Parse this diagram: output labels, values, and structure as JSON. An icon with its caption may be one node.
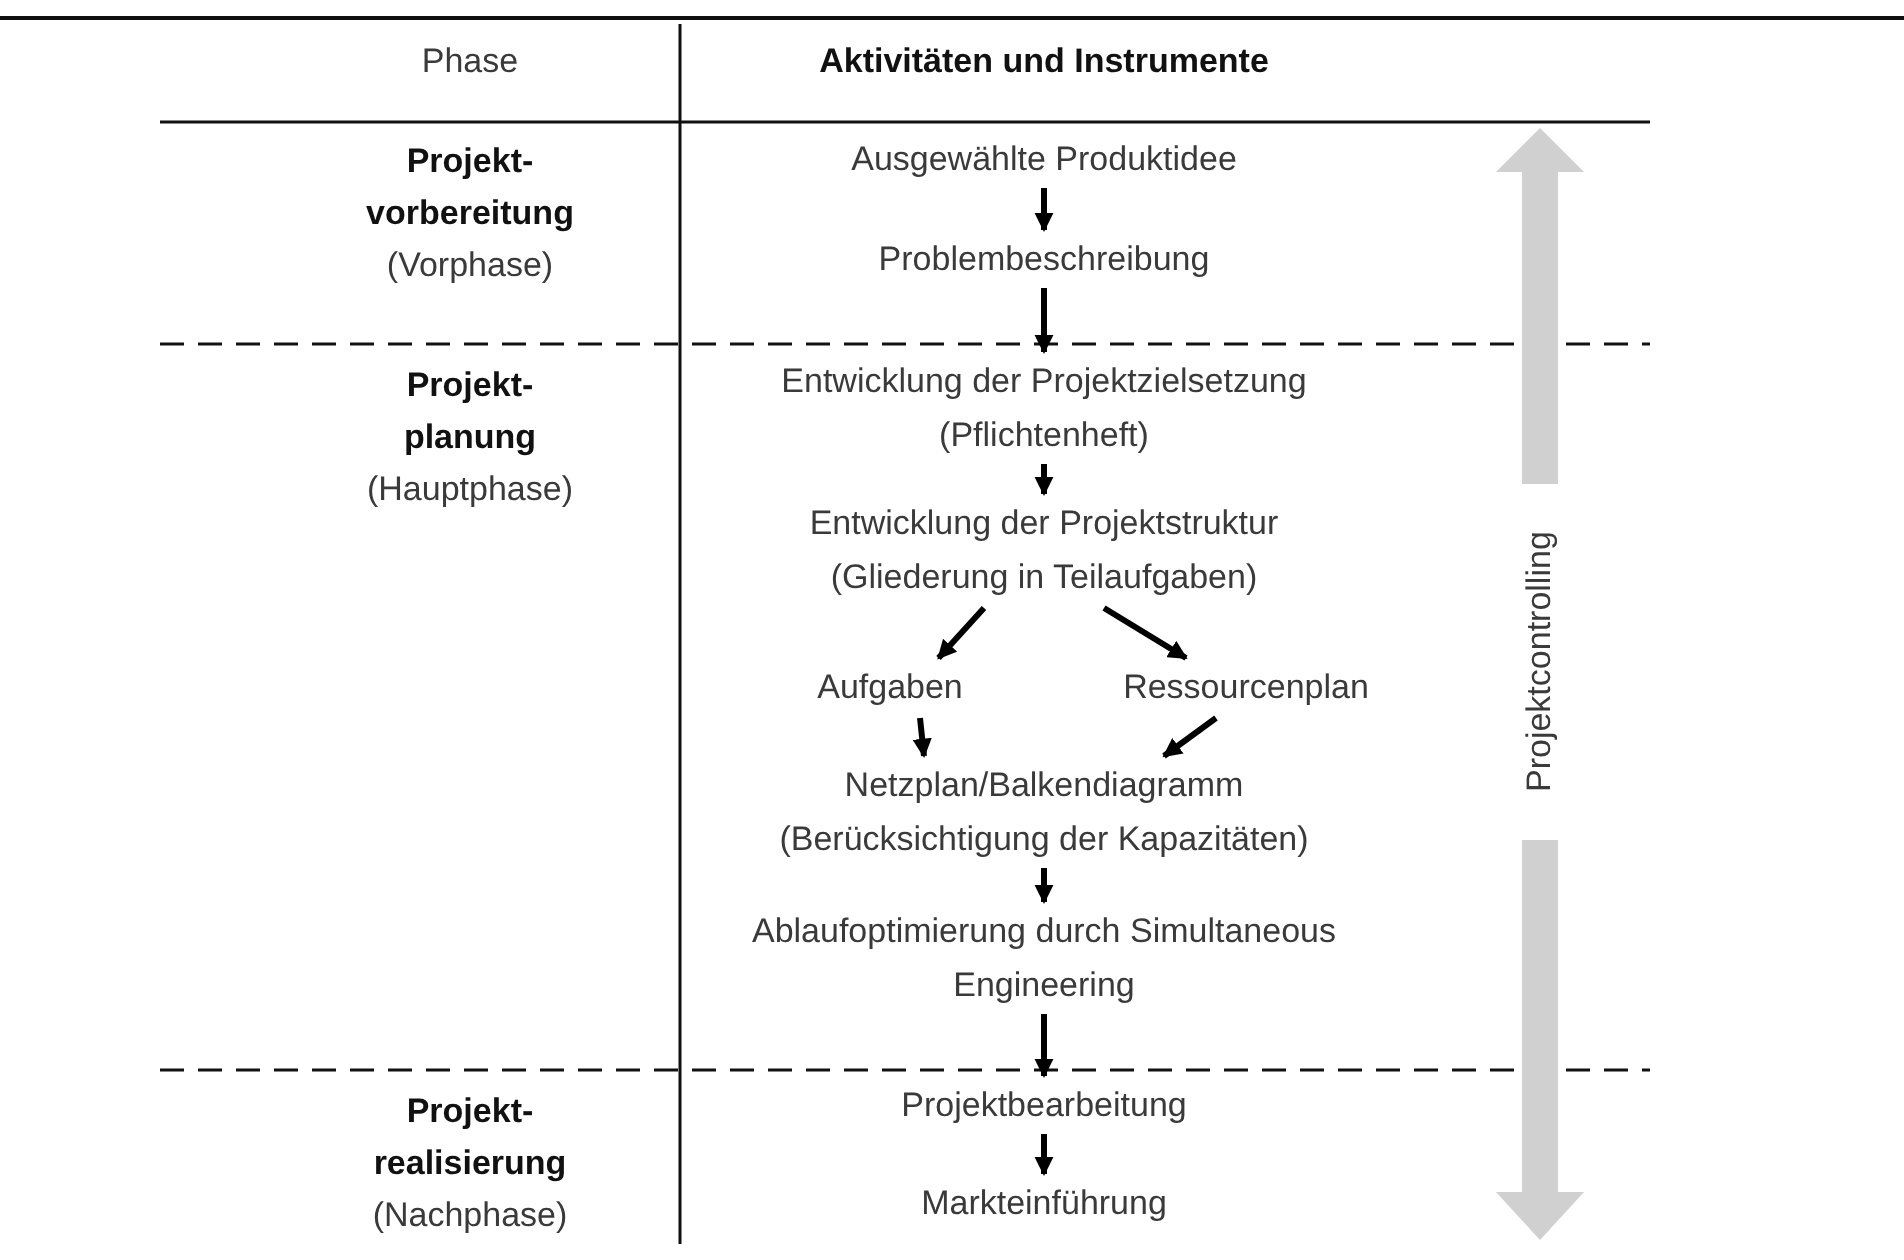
{
  "diagram": {
    "nodes": [
      {
        "text": [
          "Ausgewählte Produktidee"
        ]
      },
      {
        "text": [
          "Problembeschreibung"
        ]
      },
      {
        "text": [
          "Entwicklung der Projektzielsetzung (Pflichtenheft)"
        ]
      },
      {
        "text": [
          "Entwicklung der Projektstruktur (Gliederung in Teilaufgaben)"
        ]
      },
      {
        "text": [
          "Aufgaben"
        ]
      },
      {
        "text": [
          "Ressourcenplan"
        ]
      },
      {
        "text": [
          "Netzplan/Balkendiagramm (Berücksichtigung der Kapazitäten)"
        ]
      },
      {
        "text": [
          "Ablaufoptimierung durch Simultaneous Engineering"
        ]
      },
      {
        "text": [
          "Projektbearbeitung"
        ]
      },
      {
        "text": [
          "Markteinführung"
        ]
      }
    ],
    "edges": [
      {
        "from": 0,
        "to": 1,
        "arrow": "to"
      },
      {
        "from": 1,
        "to": 2,
        "arrow": "to"
      },
      {
        "from": 2,
        "to": 3,
        "arrow": "to"
      },
      {
        "from": 3,
        "to": 4,
        "arrow": "to"
      },
      {
        "from": 3,
        "to": 5,
        "arrow": "to"
      },
      {
        "from": 4,
        "to": 6,
        "arrow": "to"
      },
      {
        "from": 5,
        "to": 6,
        "arrow": "to"
      },
      {
        "from": 6,
        "to": 7,
        "arrow": "to"
      },
      {
        "from": 7,
        "to": 8,
        "arrow": "to"
      },
      {
        "from": 8,
        "to": 9,
        "arrow": "to"
      }
    ],
    "labels": [
      "Phase",
      "Aktivitäten und Instrumente",
      "Projekt- vorbereitung",
      "(Vorphase)",
      "Projekt- planung",
      "(Hauptphase)",
      "Projekt- realisierung",
      "(Nachphase)",
      "Projektcontrolling"
    ]
  }
}
